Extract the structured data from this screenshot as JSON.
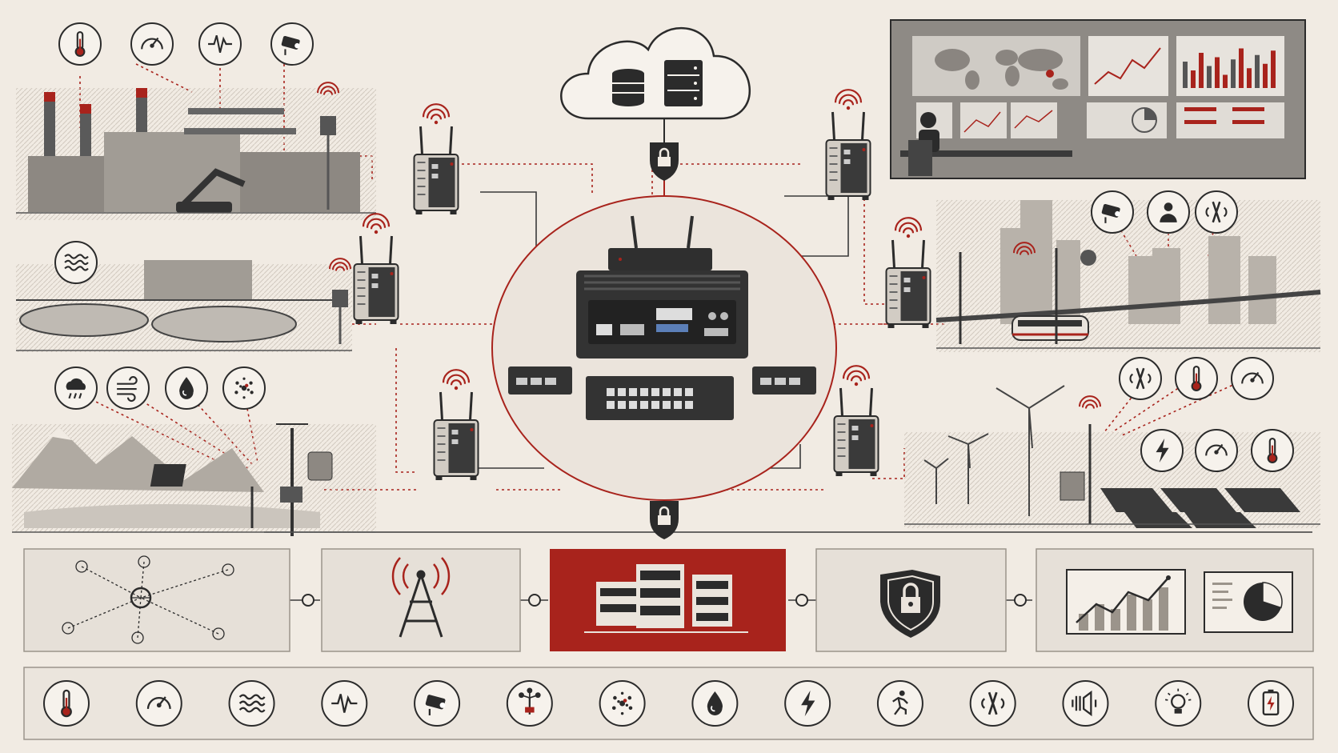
{
  "colors": {
    "background": "#f1ebe3",
    "accent_red": "#a8231c",
    "ink": "#2b2b2b",
    "panel": "#e8e2da",
    "highlight_panel": "#a8231c"
  },
  "scenes": {
    "factory": {
      "sensor_icons": [
        "thermometer-icon",
        "gauge-icon",
        "waveform-icon",
        "camera-icon"
      ]
    },
    "water": {
      "sensor_icons": [
        "water-waves-icon"
      ]
    },
    "weather": {
      "sensor_icons": [
        "rain-cloud-icon",
        "wind-icon",
        "water-drop-icon",
        "particles-icon"
      ]
    },
    "city": {
      "sensor_icons": [
        "security-camera-icon",
        "person-icon",
        "vibration-icon"
      ]
    },
    "energy": {
      "sensor_icons": [
        "vibration-icon",
        "thermometer-icon",
        "gauge-icon",
        "lightning-icon",
        "gauge-icon",
        "thermometer-icon"
      ]
    }
  },
  "cloud": {
    "icons": [
      "database-icon",
      "server-icon"
    ]
  },
  "pipeline_stages": [
    {
      "id": "sensor-network",
      "icon": "network-topology-icon"
    },
    {
      "id": "wireless-tower",
      "icon": "radio-tower-icon"
    },
    {
      "id": "edge-servers",
      "icon": "server-rack-icon",
      "highlighted": true
    },
    {
      "id": "security",
      "icon": "shield-lock-icon"
    },
    {
      "id": "analytics",
      "icon": "analytics-dashboard-icon"
    }
  ],
  "sensor_legend": [
    "thermometer-icon",
    "gauge-icon",
    "water-waves-icon",
    "waveform-icon",
    "security-camera-icon",
    "anemometer-icon",
    "particles-icon",
    "water-drop-icon",
    "lightning-icon",
    "motion-person-icon",
    "vibration-icon",
    "acoustic-icon",
    "light-bulb-icon",
    "battery-icon"
  ],
  "chart_bars": [
    0.35,
    0.55,
    0.45,
    0.75,
    0.65,
    0.9
  ],
  "pie_fraction": 0.3
}
